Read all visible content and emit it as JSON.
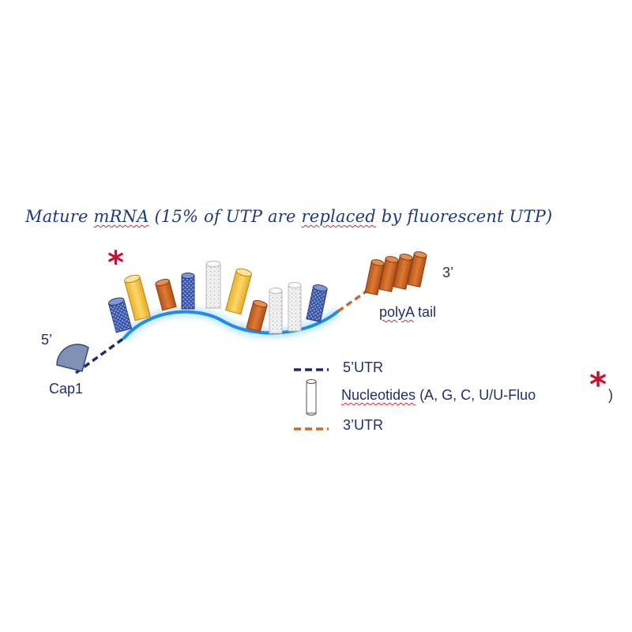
{
  "title": {
    "pre": "Mature ",
    "mrna": "mRNA",
    "mid": " (15% of UTP are ",
    "replaced": "replaced",
    "post": " by fluorescent UTP)"
  },
  "labels": {
    "five_prime": "5’",
    "three_prime": "3’",
    "cap": "Cap1",
    "polya": "polyA",
    "tail": " tail",
    "fluo_mark": "*"
  },
  "legend": {
    "utr5_label": "5’UTR",
    "nuc_word": "Nucleotides",
    "nuc_rest": " (A, G, C, U/U-Fluo",
    "nuc_close": ")",
    "utr3_label": "3’UTR"
  },
  "colors": {
    "mrna_strand": "#1e8ce8",
    "utr5": "#1b2d66",
    "utr3": "#c96a2a",
    "nuc_blue": "#3a56a8",
    "nuc_yellow": "#f3c744",
    "nuc_orange": "#d06a24",
    "nuc_white": "#dedede",
    "cap": "#7d92b5",
    "asterisk": "#c8102e"
  },
  "nucleotides": [
    "blue",
    "yellow",
    "orange",
    "blue",
    "white",
    "yellow",
    "orange",
    "white",
    "white",
    "blue"
  ]
}
